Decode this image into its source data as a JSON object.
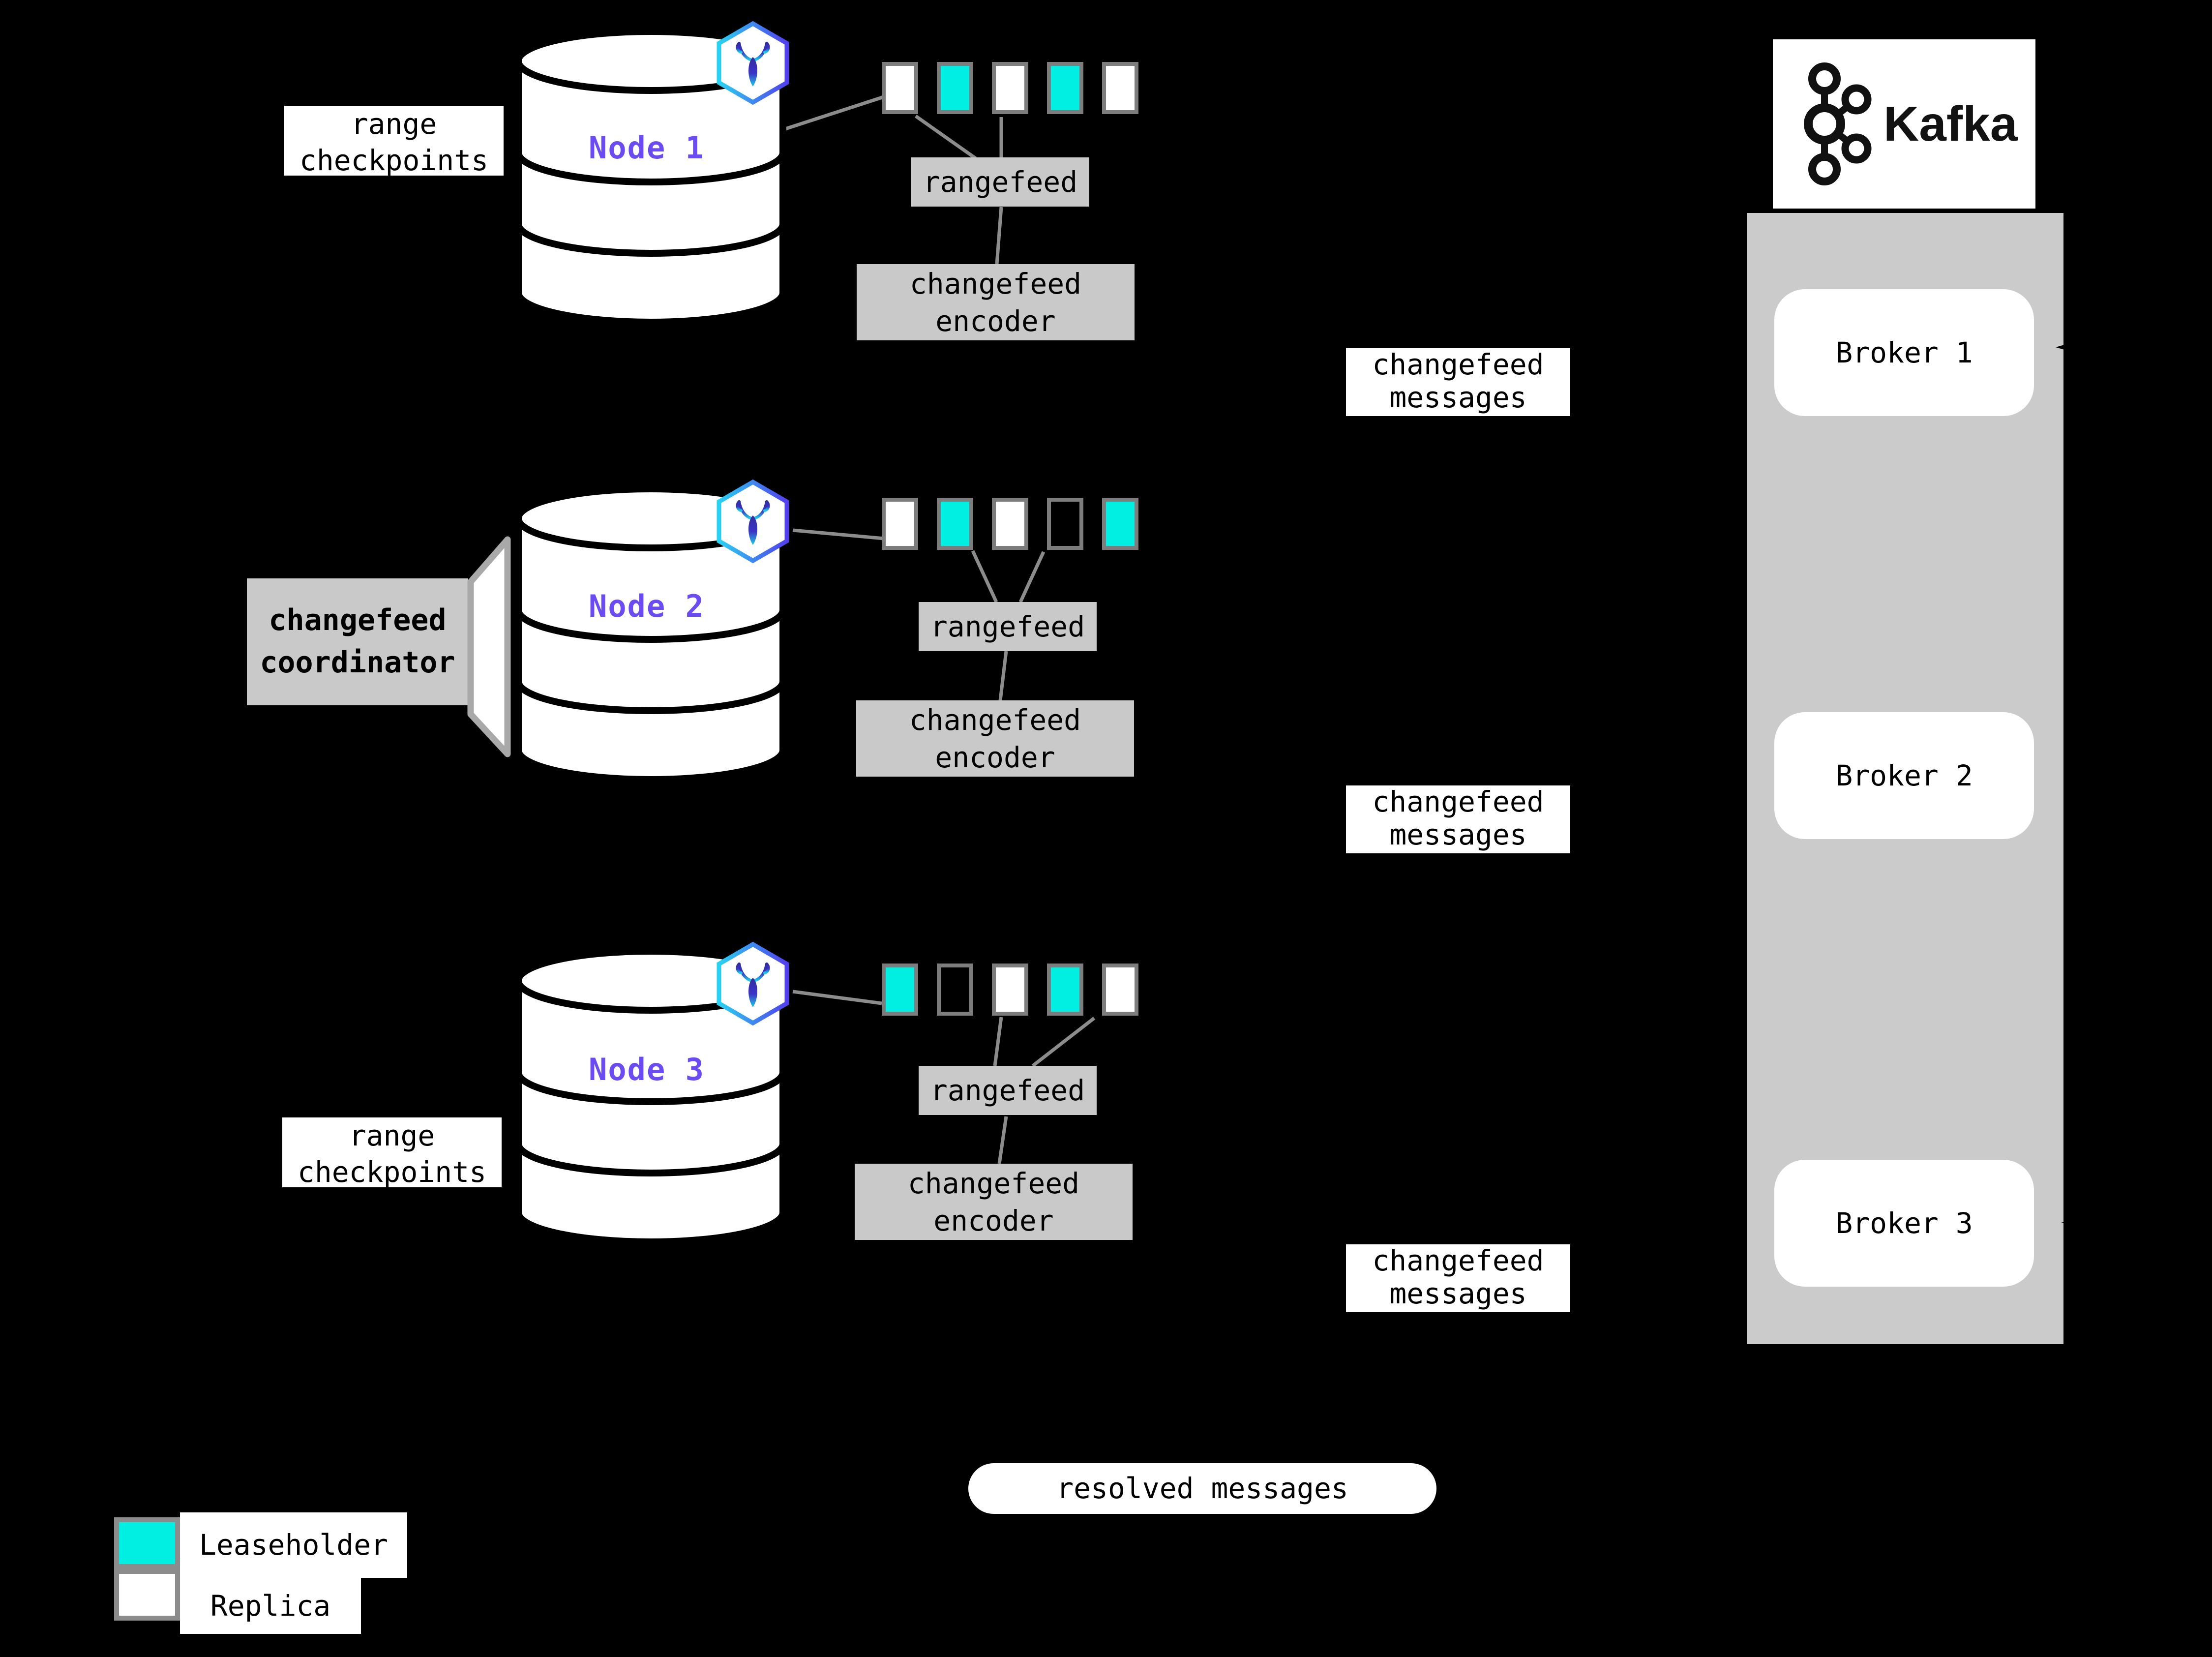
{
  "colors": {
    "teal": "#00efe2",
    "node-label": "#6b4cf3",
    "box-gray": "#c9c9c9",
    "container-gray": "#cbcbcb",
    "line-gray": "#8c8c8c",
    "border-gray": "#7d7d7d",
    "blade-border": "#a9a9a9"
  },
  "nodes": [
    {
      "label": "Node 1",
      "ranges": [
        "replica",
        "leaseholder",
        "replica",
        "leaseholder",
        "replica"
      ]
    },
    {
      "label": "Node 2",
      "ranges": [
        "replica",
        "leaseholder",
        "replica",
        "empty",
        "leaseholder"
      ]
    },
    {
      "label": "Node 3",
      "ranges": [
        "leaseholder",
        "empty",
        "replica",
        "leaseholder",
        "replica"
      ]
    }
  ],
  "labels": {
    "range_checkpoints_line1": "range",
    "range_checkpoints_line2": "checkpoints",
    "coordinator_line1": "changefeed",
    "coordinator_line2": "coordinator",
    "rangefeed": "rangefeed",
    "encoder_line1": "changefeed",
    "encoder_line2": "encoder",
    "messages_line1": "changefeed",
    "messages_line2": "messages",
    "resolved": "resolved messages"
  },
  "kafka": {
    "brand": "Kafka",
    "brokers": [
      {
        "label": "Broker 1"
      },
      {
        "label": "Broker 2"
      },
      {
        "label": "Broker 3"
      }
    ]
  },
  "legend": [
    {
      "kind": "leaseholder",
      "label": "Leaseholder"
    },
    {
      "kind": "replica",
      "label": "Replica"
    }
  ]
}
